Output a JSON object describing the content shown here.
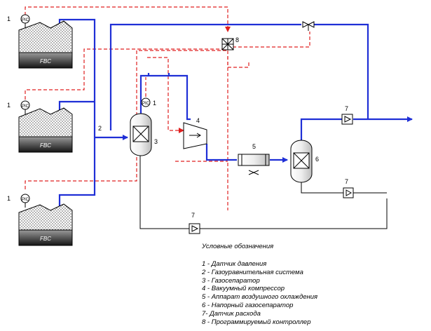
{
  "tank_label": "FBC",
  "labels": {
    "n1": "1",
    "n2": "2",
    "n3": "3",
    "n4": "4",
    "n5": "5",
    "n6": "6",
    "n7": "7",
    "n8": "8",
    "pic": "PIC"
  },
  "legend": {
    "title": "Условные обозначения",
    "items": [
      "1 - Датчик давления",
      "2 - Газоуравнительная система",
      "3 - Газосепаратор",
      "4 - Вакуумный компрессор",
      "5 - Аппарат воздушного охлаждения",
      "6 - Напорный газосепаратор",
      "7- Датчик расхода",
      "8 - Программируемый контроллер"
    ]
  },
  "colors": {
    "gas_line": "#1f2fd6",
    "signal_line": "#e02020",
    "liquid_line": "#000000"
  }
}
